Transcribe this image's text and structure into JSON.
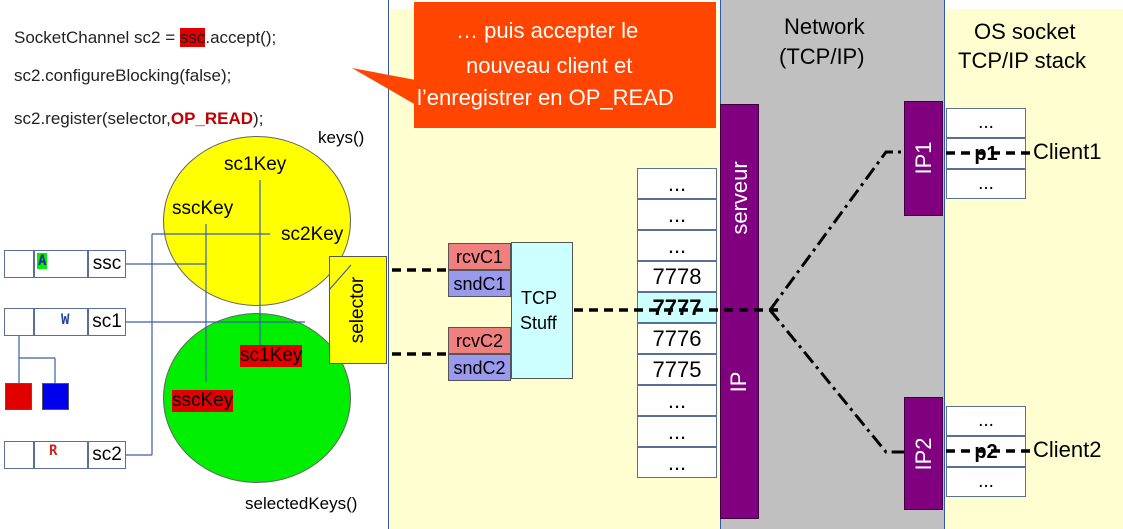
{
  "code": {
    "line1_pre": "SocketChannel sc2 = ",
    "line1_hl": "ssc",
    "line1_post": ".accept();",
    "line2": "sc2.configureBlocking(false);",
    "line3_pre": "sc2.register(selector,",
    "line3_op": "OP_READ",
    "line3_post": ");"
  },
  "callout": {
    "text_lines": [
      "… puis accepter le",
      "nouveau client et",
      "l’enregistrer en OP_READ"
    ]
  },
  "keys_set": {
    "label": "keys()",
    "items": [
      "sc1Key",
      "sscKey",
      "sc2Key"
    ]
  },
  "selected_keys_set": {
    "label": "selectedKeys()",
    "items": [
      "sc1Key",
      "sscKey"
    ]
  },
  "channels": [
    {
      "flag": "A",
      "name": "ssc"
    },
    {
      "flag": "W",
      "name": "sc1"
    },
    {
      "flag": "R",
      "name": "sc2"
    }
  ],
  "selector_label": "selector",
  "buffers": [
    {
      "rcv": "rcvC1",
      "snd": "sndC1"
    },
    {
      "rcv": "rcvC2",
      "snd": "sndC2"
    }
  ],
  "tcp_stuff": [
    "TCP",
    "Stuff"
  ],
  "ports": [
    "...",
    "...",
    "...",
    "7778",
    "7777",
    "7776",
    "7775",
    "...",
    "...",
    "..."
  ],
  "server_bar": {
    "top": "serveur",
    "bottom": "IP"
  },
  "network": {
    "title_lines": [
      "Network",
      "(TCP/IP)"
    ]
  },
  "os_stack": {
    "title_lines": [
      "OS socket",
      "TCP/IP stack"
    ]
  },
  "clients": [
    {
      "ip": "IP1",
      "port": "p1",
      "name": "Client1",
      "cells": [
        "...",
        "...",
        "..."
      ]
    },
    {
      "ip": "IP2",
      "port": "p2",
      "name": "Client2",
      "cells": [
        "...",
        "...",
        "..."
      ]
    }
  ],
  "colors": {
    "yellow_bg": "#fffed0",
    "network_gray": "#c0c0c0",
    "purple": "#800080",
    "callout": "#ff4500",
    "rcv": "#f08080",
    "snd": "#9999ee",
    "tcp": "#ccffff",
    "yellow_set": "#ffff00",
    "green_set": "#00ee00",
    "red": "#e00000",
    "blue": "#0000ee"
  }
}
